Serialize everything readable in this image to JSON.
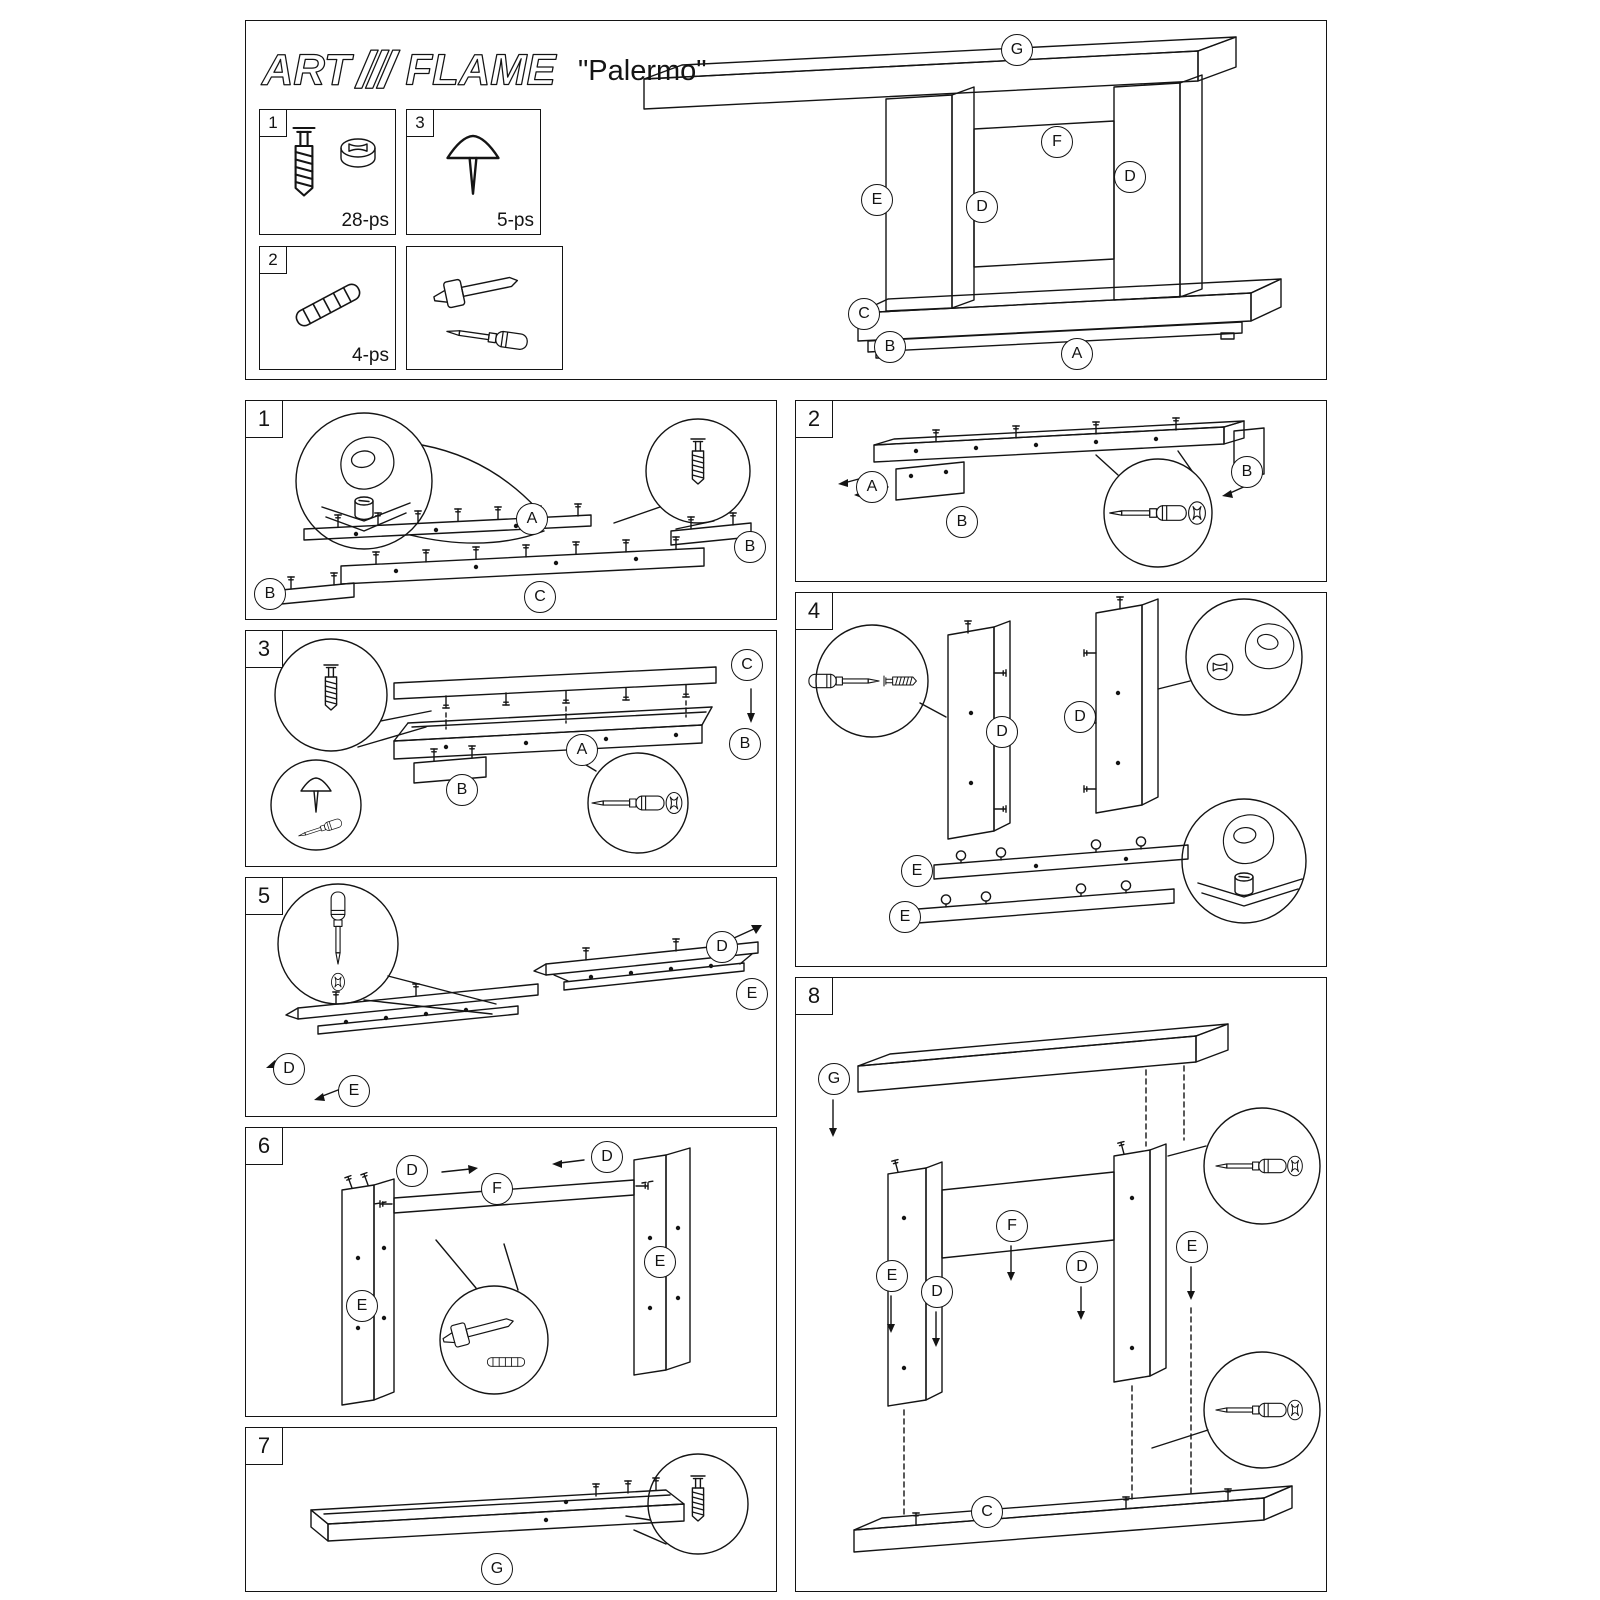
{
  "doc": {
    "brand": {
      "part1": "ART",
      "part2": "FLAME"
    },
    "product_name": "\"Palermo\""
  },
  "hardware": {
    "item1": {
      "num": "1",
      "count": "28-ps",
      "icon": "cam-bolt-and-cam-lock-icon"
    },
    "item3": {
      "num": "3",
      "count": "5-ps",
      "icon": "tack-icon"
    },
    "item2": {
      "num": "2",
      "count": "4-ps",
      "icon": "dowel-icon"
    },
    "tools": {
      "icon": "hammer-and-screwdriver-icon"
    }
  },
  "icons": {
    "cam_bolt": "cam-bolt-icon",
    "cam_lock": "cam-lock-icon",
    "dowel": "dowel-icon",
    "tack": "tack-icon",
    "hammer": "hammer-icon",
    "screwdriver": "screwdriver-icon",
    "thumb": "thumb-press-icon"
  },
  "overview": {
    "labels": [
      "G",
      "F",
      "E",
      "D",
      "D",
      "C",
      "B",
      "A"
    ]
  },
  "steps": {
    "s1": {
      "num": "1",
      "labels": [
        "A",
        "B",
        "B",
        "C"
      ]
    },
    "s2": {
      "num": "2",
      "labels": [
        "A",
        "B",
        "B"
      ]
    },
    "s3": {
      "num": "3",
      "labels": [
        "C",
        "B",
        "A",
        "B"
      ]
    },
    "s4": {
      "num": "4",
      "labels": [
        "D",
        "D",
        "E",
        "E"
      ]
    },
    "s5": {
      "num": "5",
      "labels": [
        "D",
        "E",
        "D",
        "E"
      ]
    },
    "s6": {
      "num": "6",
      "labels": [
        "D",
        "D",
        "F",
        "E",
        "E"
      ]
    },
    "s7": {
      "num": "7",
      "labels": [
        "G"
      ]
    },
    "s8": {
      "num": "8",
      "labels": [
        "G",
        "F",
        "E",
        "D",
        "D",
        "E",
        "C"
      ]
    }
  }
}
